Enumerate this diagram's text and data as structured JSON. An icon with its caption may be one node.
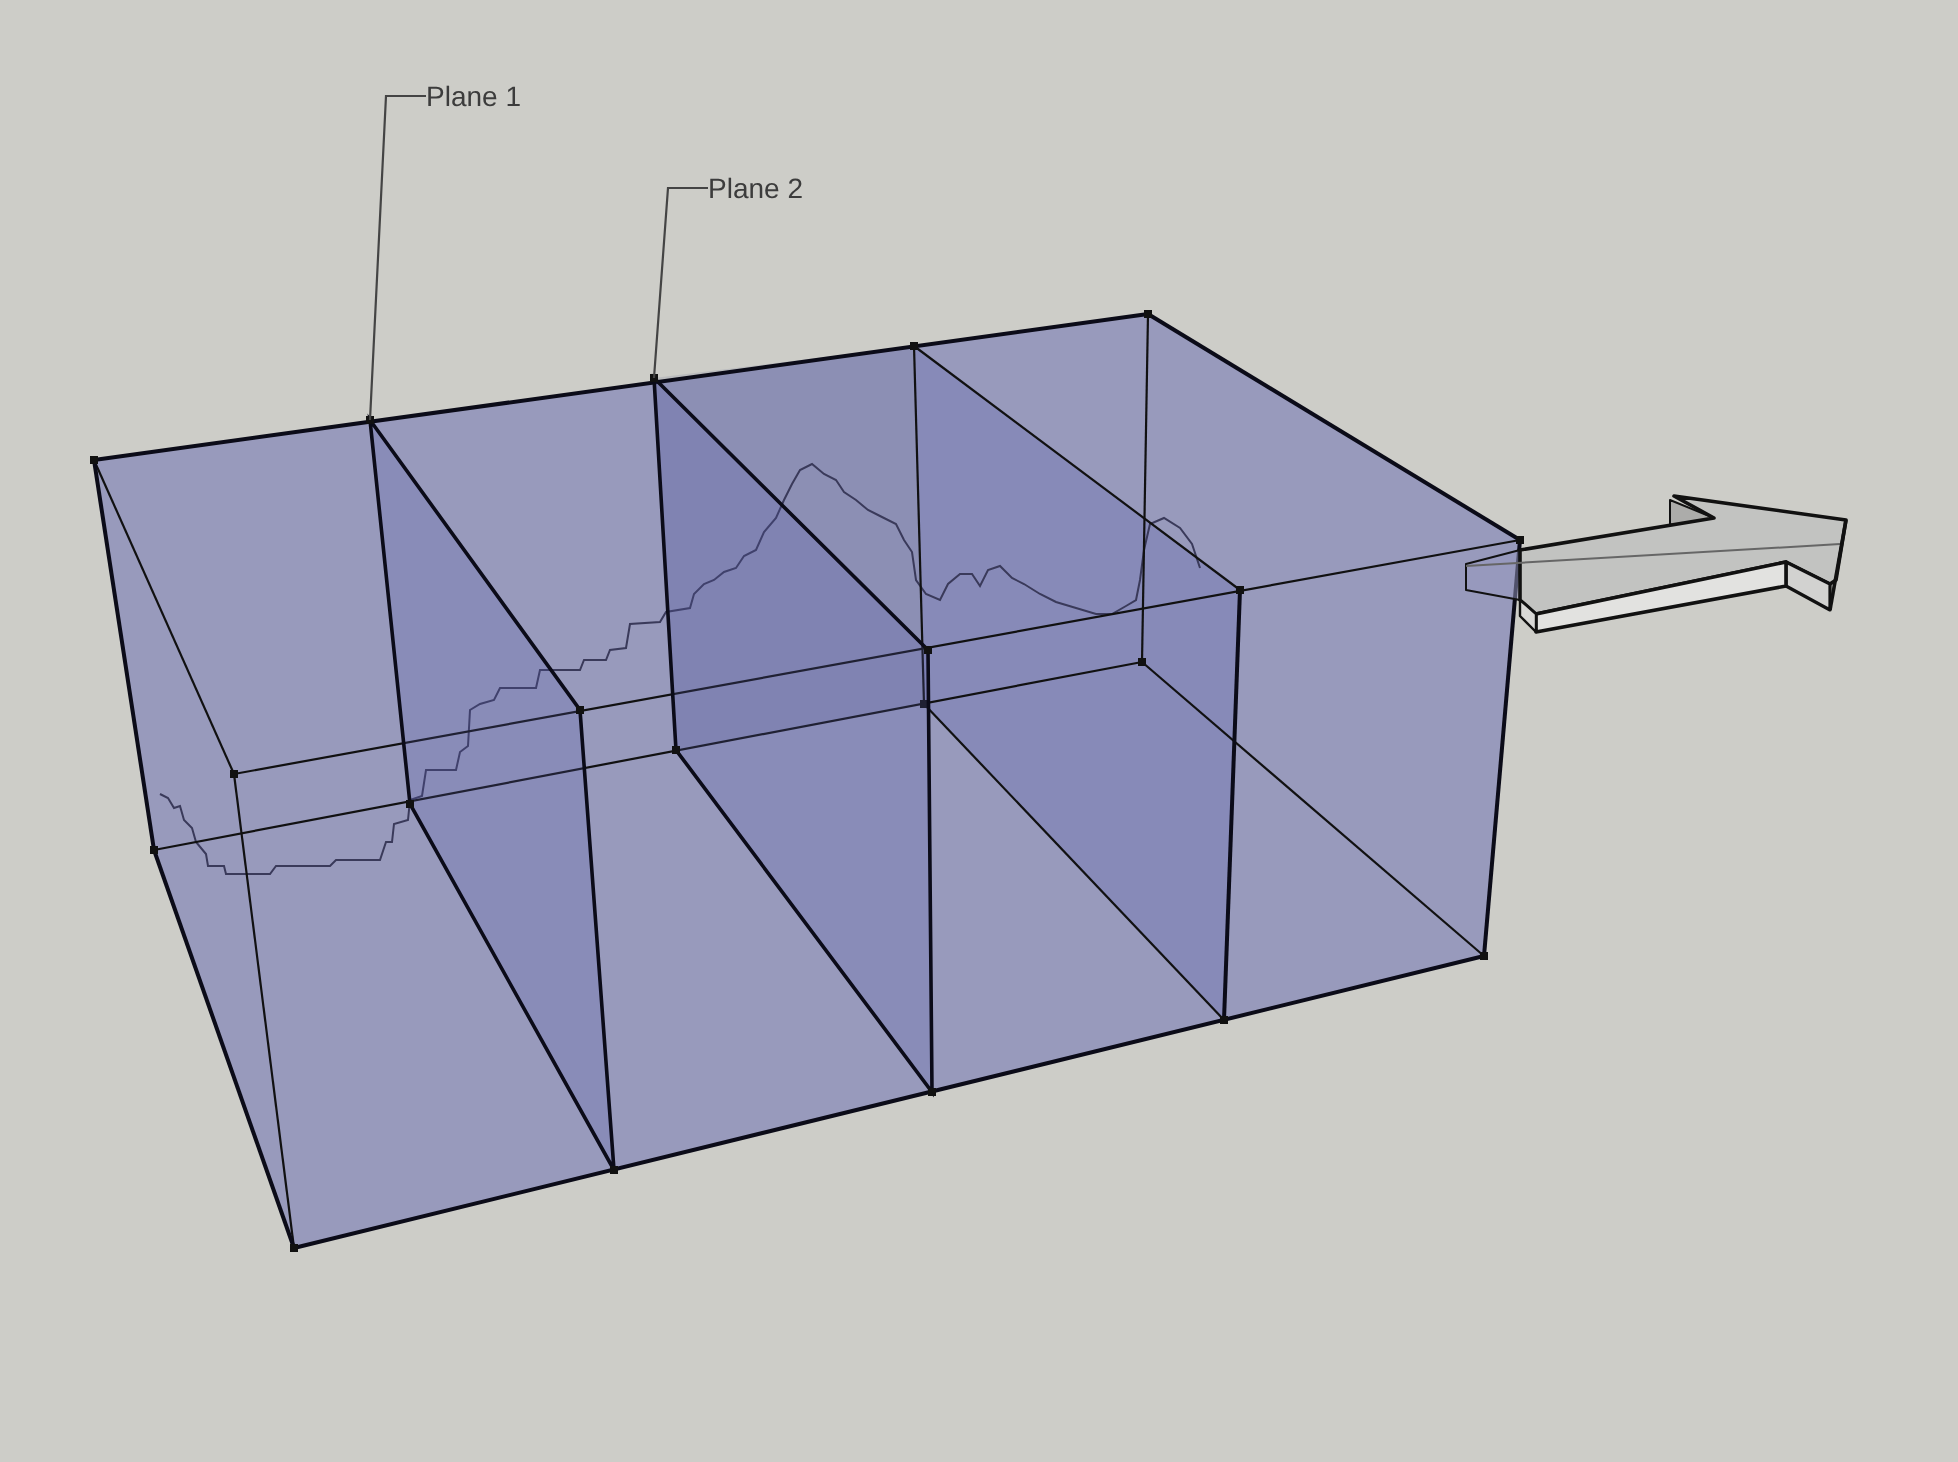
{
  "diagram": {
    "nodes": [
      {
        "text": [
          "Plane 1"
        ]
      },
      {
        "text": [
          "Plane 2"
        ]
      },
      {
        "text": [],
        "shape": "box"
      },
      {
        "text": [],
        "shape": "box"
      }
    ],
    "edges": [
      {
        "from": 0,
        "to": 2,
        "arrow": "none"
      },
      {
        "from": 1,
        "to": 3,
        "arrow": "none"
      }
    ]
  }
}
